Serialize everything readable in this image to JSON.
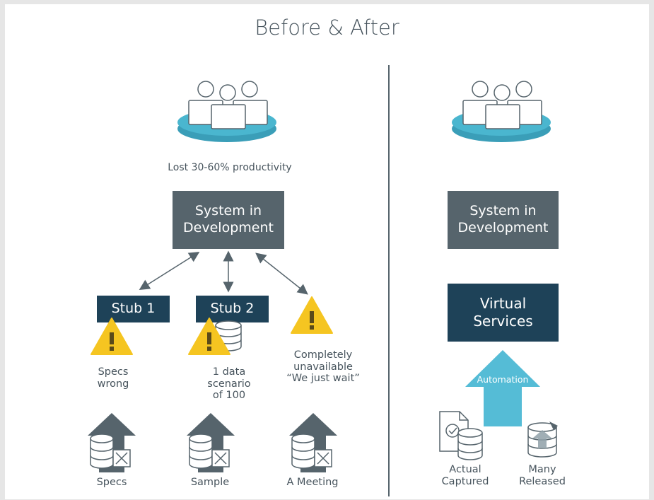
{
  "title": "Before & After",
  "before": {
    "productivity_note": "Lost 30-60% productivity",
    "system_box": {
      "line1": "System in",
      "line2": "Development"
    },
    "stubs": [
      "Stub 1",
      "Stub 2"
    ],
    "issues": [
      {
        "lines": [
          "Specs",
          "wrong"
        ]
      },
      {
        "lines": [
          "1 data",
          "scenario",
          "of 100"
        ]
      },
      {
        "lines": [
          "Completely",
          "unavailable",
          "“We just wait”"
        ]
      }
    ],
    "sources": [
      "Specs",
      "Sample",
      "A Meeting"
    ]
  },
  "after": {
    "system_box": {
      "line1": "System in",
      "line2": "Development"
    },
    "virtual_box": {
      "line1": "Virtual",
      "line2": "Services"
    },
    "automation_label": "Automation",
    "sources": [
      {
        "line1": "Actual",
        "line2": "Captured"
      },
      {
        "line1": "Many",
        "line2": "Released"
      }
    ]
  },
  "colors": {
    "team_platform": "#4ab6cf",
    "box_gray": "#56646c",
    "box_navy": "#1e4258",
    "warning": "#f5c521",
    "automation_arrow": "#55bcd6",
    "upload_arrow": "#56646c",
    "divider": "#56646c"
  },
  "icons": [
    "team-icon",
    "warning-icon",
    "database-icon",
    "database-x-icon",
    "document-check-icon",
    "database-recycle-icon",
    "upload-arrow-icon"
  ]
}
